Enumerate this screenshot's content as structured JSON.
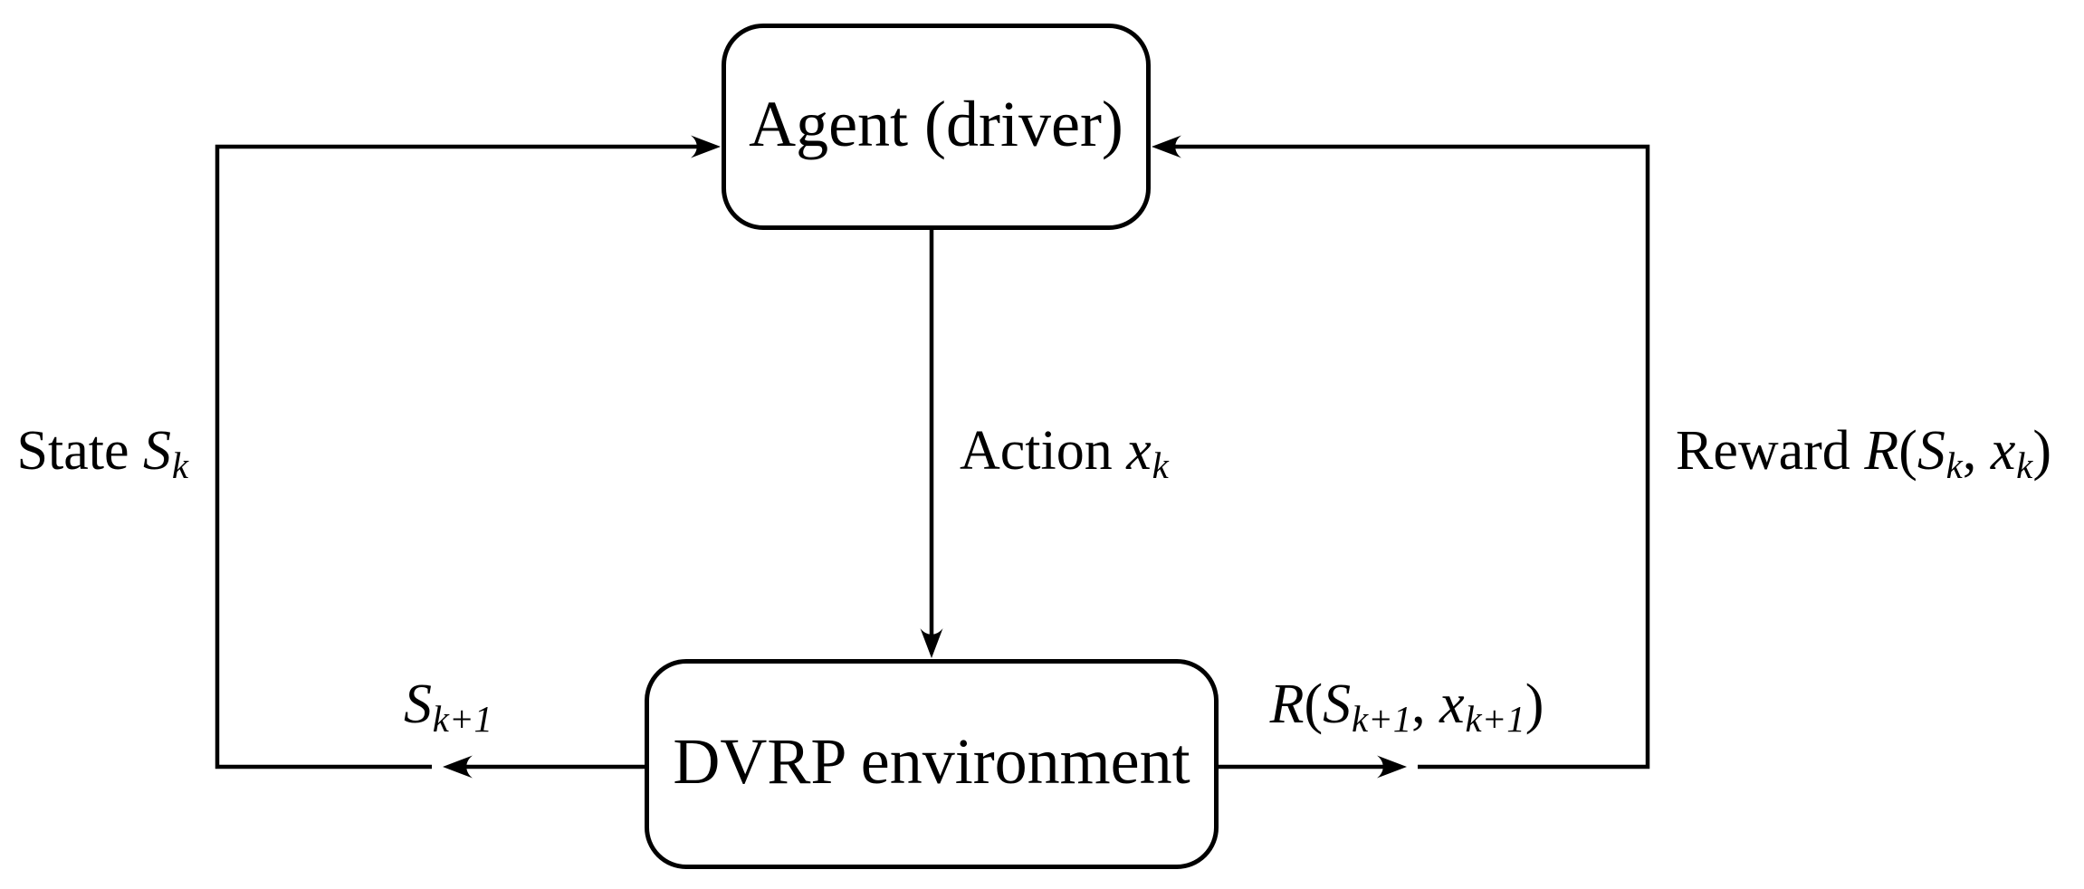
{
  "figure": {
    "colors": {
      "ink": "#000000",
      "background": "#ffffff"
    }
  },
  "nodes": {
    "agent": {
      "label": "Agent (driver)"
    },
    "environment": {
      "label": "DVRP environment"
    }
  },
  "edges": {
    "state": {
      "segments": [
        {
          "t": "State ",
          "s": "plain"
        },
        {
          "t": "S",
          "s": "var"
        },
        {
          "t": "k",
          "s": "sub"
        }
      ]
    },
    "action": {
      "segments": [
        {
          "t": "Action ",
          "s": "plain"
        },
        {
          "t": "x",
          "s": "var"
        },
        {
          "t": "k",
          "s": "sub"
        }
      ]
    },
    "reward": {
      "segments": [
        {
          "t": "Reward ",
          "s": "plain"
        },
        {
          "t": "R",
          "s": "var"
        },
        {
          "t": "(",
          "s": "plain"
        },
        {
          "t": "S",
          "s": "var"
        },
        {
          "t": "k",
          "s": "sub"
        },
        {
          "t": ", ",
          "s": "plain"
        },
        {
          "t": "x",
          "s": "var"
        },
        {
          "t": "k",
          "s": "sub"
        },
        {
          "t": ")",
          "s": "plain"
        }
      ]
    },
    "next_state": {
      "segments": [
        {
          "t": "S",
          "s": "var"
        },
        {
          "t": "k+1",
          "s": "sub"
        }
      ]
    },
    "next_reward": {
      "segments": [
        {
          "t": "R",
          "s": "var"
        },
        {
          "t": "(",
          "s": "plain"
        },
        {
          "t": "S",
          "s": "var"
        },
        {
          "t": "k+1",
          "s": "sub"
        },
        {
          "t": ", ",
          "s": "plain"
        },
        {
          "t": "x",
          "s": "var"
        },
        {
          "t": "k+1",
          "s": "sub"
        },
        {
          "t": ")",
          "s": "plain"
        }
      ]
    }
  }
}
